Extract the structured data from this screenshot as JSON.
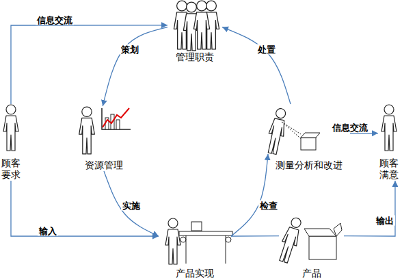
{
  "diagram": {
    "nodes": [
      {
        "text": [
          "管理职责"
        ]
      },
      {
        "text": [
          "顾客 要求"
        ]
      },
      {
        "text": [
          "资源管理"
        ]
      },
      {
        "text": [
          "测量分析和改进"
        ]
      },
      {
        "text": [
          "顾客 满意"
        ]
      },
      {
        "text": [
          "产品实现"
        ]
      },
      {
        "text": [
          "产品"
        ]
      }
    ],
    "edges": [
      {
        "from": 1,
        "to": 0,
        "arrow": "to",
        "label": "信息交流"
      },
      {
        "from": 1,
        "to": 5,
        "arrow": "to",
        "label": "输入"
      },
      {
        "from": 0,
        "to": 2,
        "arrow": "to",
        "label": "策划"
      },
      {
        "from": 2,
        "to": 5,
        "arrow": "to",
        "label": "实施"
      },
      {
        "from": 5,
        "to": 3,
        "arrow": "to",
        "label": "检查"
      },
      {
        "from": 3,
        "to": 0,
        "arrow": "to",
        "label": "处置"
      },
      {
        "from": 3,
        "to": 4,
        "arrow": "to",
        "label": "信息交流"
      },
      {
        "from": 6,
        "to": 4,
        "arrow": "to",
        "label": "输出"
      },
      {
        "from": 5,
        "to": 6,
        "arrow": "none"
      }
    ]
  }
}
